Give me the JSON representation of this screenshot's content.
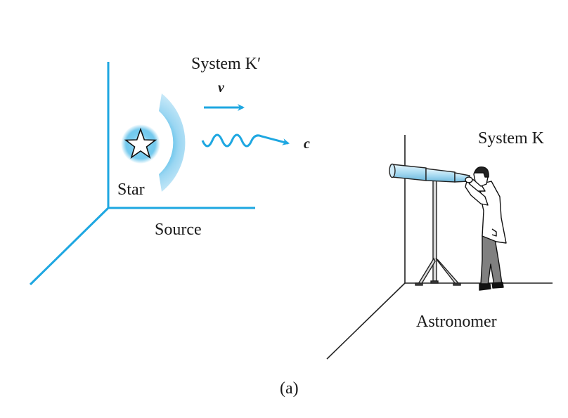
{
  "figure": {
    "caption": "(a)",
    "colors": {
      "source_axes": "#1ea7e1",
      "observer_axes": "#222222",
      "glow": "#3bb3e6",
      "wavefront": "#bfe6f7",
      "telescope": "#bfe4f5",
      "trousers": "#808080"
    },
    "source_frame": {
      "system_label": "System K′",
      "velocity_label": "v⃗",
      "light_speed_label": "c",
      "object_label": "Star",
      "frame_label": "Source"
    },
    "observer_frame": {
      "system_label": "System K",
      "frame_label": "Astronomer"
    }
  }
}
